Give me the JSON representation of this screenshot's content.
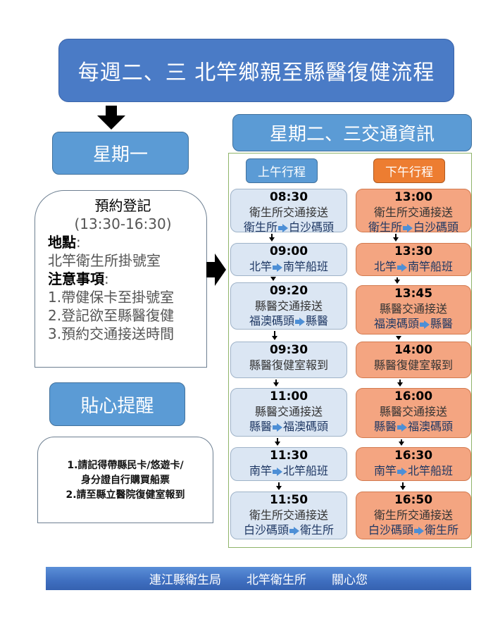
{
  "title": "每週二、三 北竿鄉親至縣醫復健流程",
  "monday": {
    "label": "星期一",
    "registration": {
      "heading": "預約登記",
      "hours": "(13:30-16:30)",
      "location_label": "地點",
      "location_colon": ":",
      "location": "北竿衛生所掛號室",
      "notes_label": "注意事項",
      "notes_colon": ":",
      "notes": [
        "1.帶健保卡至掛號室",
        "2.登記欲至縣醫復健",
        "3.預約交通接送時間"
      ]
    }
  },
  "reminder": {
    "label": "貼心提醒",
    "lines": [
      "1.請記得帶縣民卡/悠遊卡/",
      "身分證自行購買船票",
      "2.請至縣立醫院復健室報到"
    ]
  },
  "transport": {
    "label": "星期二、三交通資訊",
    "morning": {
      "label": "上午行程",
      "items": [
        {
          "time": "08:30",
          "desc": "衛生所交通接送",
          "from": "衛生所",
          "to": "白沙碼頭"
        },
        {
          "time": "09:00",
          "desc": "",
          "from": "北竿",
          "to": "南竿船班"
        },
        {
          "time": "09:20",
          "desc": "縣醫交通接送",
          "from": "福澳碼頭",
          "to": "縣醫"
        },
        {
          "time": "09:30",
          "desc": "縣醫復健室報到",
          "from": "",
          "to": ""
        },
        {
          "time": "11:00",
          "desc": "縣醫交通接送",
          "from": "縣醫",
          "to": "福澳碼頭"
        },
        {
          "time": "11:30",
          "desc": "",
          "from": "南竿",
          "to": "北竿船班"
        },
        {
          "time": "11:50",
          "desc": "衛生所交通接送",
          "from": "白沙碼頭",
          "to": "衛生所"
        }
      ]
    },
    "afternoon": {
      "label": "下午行程",
      "items": [
        {
          "time": "13:00",
          "desc": "衛生所交通接送",
          "from": "衛生所",
          "to": "白沙碼頭"
        },
        {
          "time": "13:30",
          "desc": "",
          "from": "北竿",
          "to": "南竿船班"
        },
        {
          "time": "13:45",
          "desc": "縣醫交通接送",
          "from": "福澳碼頭",
          "to": "縣醫"
        },
        {
          "time": "14:00",
          "desc": "縣醫復健室報到",
          "from": "",
          "to": ""
        },
        {
          "time": "16:00",
          "desc": "縣醫交通接送",
          "from": "縣醫",
          "to": "福澳碼頭"
        },
        {
          "time": "16:30",
          "desc": "",
          "from": "南竿",
          "to": "北竿船班"
        },
        {
          "time": "16:50",
          "desc": "衛生所交通接送",
          "from": "白沙碼頭",
          "to": "衛生所"
        }
      ]
    }
  },
  "footer": [
    "連江縣衛生局",
    "北竿衛生所",
    "關心您"
  ]
}
